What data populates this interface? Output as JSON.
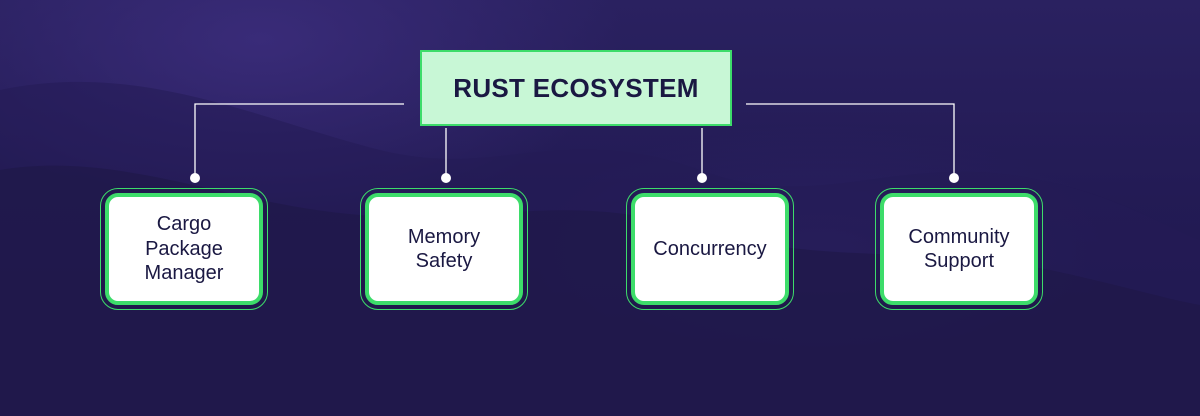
{
  "diagram": {
    "root": {
      "label": "RUST ECOSYSTEM"
    },
    "children": [
      {
        "label": "Cargo\nPackage\nManager"
      },
      {
        "label": "Memory\nSafety"
      },
      {
        "label": "Concurrency"
      },
      {
        "label": "Community\nSupport"
      }
    ]
  },
  "colors": {
    "background": "#211a4f",
    "root_fill": "#c8f7d6",
    "accent_green": "#3ddc6a",
    "node_fill": "#ffffff",
    "text_dark": "#1a1842",
    "connector": "#ffffff"
  }
}
